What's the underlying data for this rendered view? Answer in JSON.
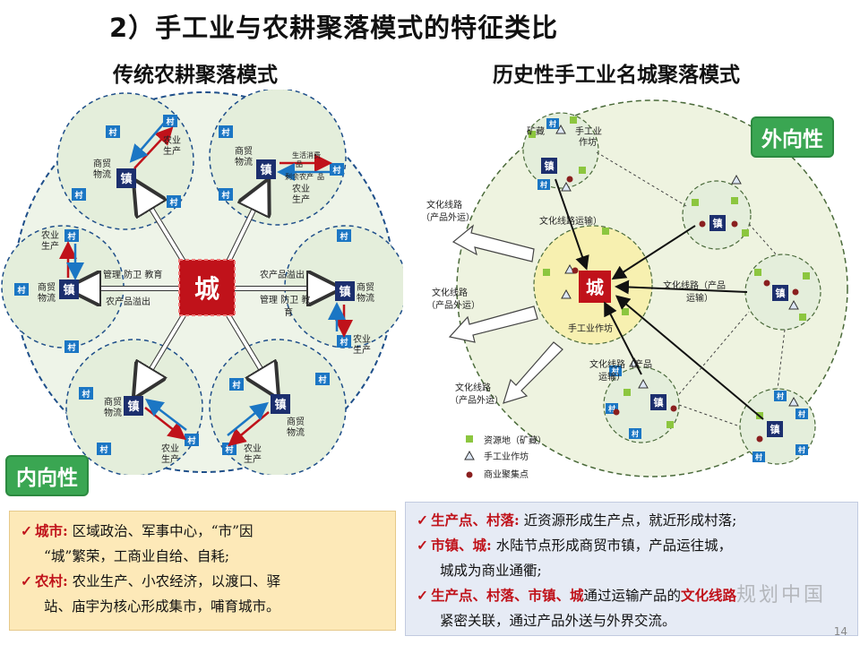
{
  "title": "2）手工业与农耕聚落模式的特征类比",
  "left_panel": {
    "title": "传统农耕聚落模式",
    "tag": "内向性",
    "city_label": "城",
    "town_label": "镇",
    "village_label": "村",
    "agri_label_1": "农业",
    "agri_label_2": "生产",
    "trade_label_1": "商贸",
    "trade_label_2": "物流",
    "consumer_label_1": "生活消费",
    "consumer_label_2": "品",
    "surplus_label": "剩余农产",
    "surplus_label_2": "品",
    "admin_label": "管理 防卫 教育",
    "admin_label_a": "管理 防卫 教",
    "admin_label_b": "育",
    "produce_out_label": "农产品溢出"
  },
  "right_panel": {
    "title": "历史性手工业名城聚落模式",
    "tag": "外向性",
    "city_label": "城",
    "town_label": "镇",
    "village_label": "村",
    "workshop_label_1": "手工业",
    "workshop_label_2": "作坊",
    "mine_label": "矿藏",
    "route_label_1": "文化线路",
    "route_label_2": "（产品外运）",
    "transport_a": "文化线路（产品",
    "transport_b": "运输）",
    "legend": [
      {
        "label": "资源地（矿藏）"
      },
      {
        "label": "手工业作坊"
      },
      {
        "label": "商业聚集点"
      }
    ]
  },
  "left_notes": [
    {
      "head": "城市:",
      "text": "区域政治、军事中心，“市”因",
      "cont": "“城”繁荣，工商业自给、自耗;"
    },
    {
      "head": "农村:",
      "text": "农业生产、小农经济，以渡口、驿",
      "cont": "站、庙宇为核心形成集市，哺育城市。"
    }
  ],
  "right_notes": [
    {
      "head": "生产点、村落:",
      "text": "近资源形成生产点，就近形成村落;",
      "cont": ""
    },
    {
      "head": "市镇、城:",
      "text": "水陆节点形成商贸市镇，产品运往城，",
      "cont": "城成为商业通衢;"
    },
    {
      "head": "生产点、村落、市镇、城",
      "text": "通过运输产品的",
      "hl2": "文化线路",
      "cont": "紧密关联，通过产品外送与外界交流。"
    }
  ],
  "watermark": "规划中国",
  "page_number": "14",
  "colors": {
    "tag_green": "#3aa652",
    "city_red": "#c0121a",
    "town_navy": "#1c2f6e",
    "village_blue": "#1b76c4",
    "arrow_red": "#c0121a",
    "arrow_blue": "#1b76c4",
    "resource_green": "#8cc63f",
    "market_brown": "#8a1f1f"
  }
}
